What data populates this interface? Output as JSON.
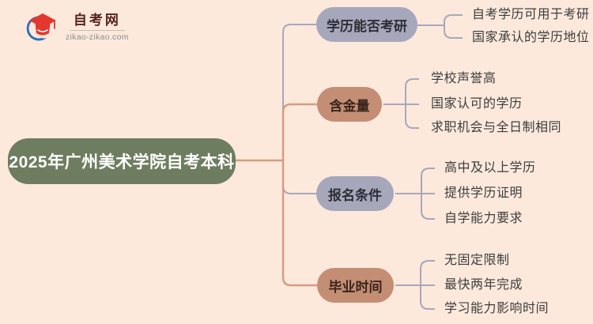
{
  "logo": {
    "site_name": "自考网",
    "site_url": "zikao-zikao.com"
  },
  "central_node": {
    "label": "2025年广州美术学院自考本科"
  },
  "branches": [
    {
      "label": "学历能否考研",
      "color": "lavender",
      "leaves": [
        "自考学历可用于考研",
        "国家承认的学历地位"
      ]
    },
    {
      "label": "含金量",
      "color": "terracotta",
      "leaves": [
        "学校声誉高",
        "国家认可的学历",
        "求职机会与全日制相同"
      ]
    },
    {
      "label": "报名条件",
      "color": "lavender",
      "leaves": [
        "高中及以上学历",
        "提供学历证明",
        "自学能力要求"
      ]
    },
    {
      "label": "毕业时间",
      "color": "terracotta",
      "leaves": [
        "无固定限制",
        "最快两年完成",
        "学习能力影响时间"
      ]
    }
  ],
  "colors": {
    "background": "#fce9dc",
    "central_node": "#6e7d5f",
    "branch_lavender": "#a7a7bb",
    "branch_terracotta": "#c48e74",
    "line_salmon": "#d69c80",
    "line_lavender": "#a7a7bb",
    "leaf_text": "#3d3d3d",
    "logo_blue": "#2e6fb7",
    "logo_red": "#e2382d",
    "logo_text": "#54241e"
  }
}
